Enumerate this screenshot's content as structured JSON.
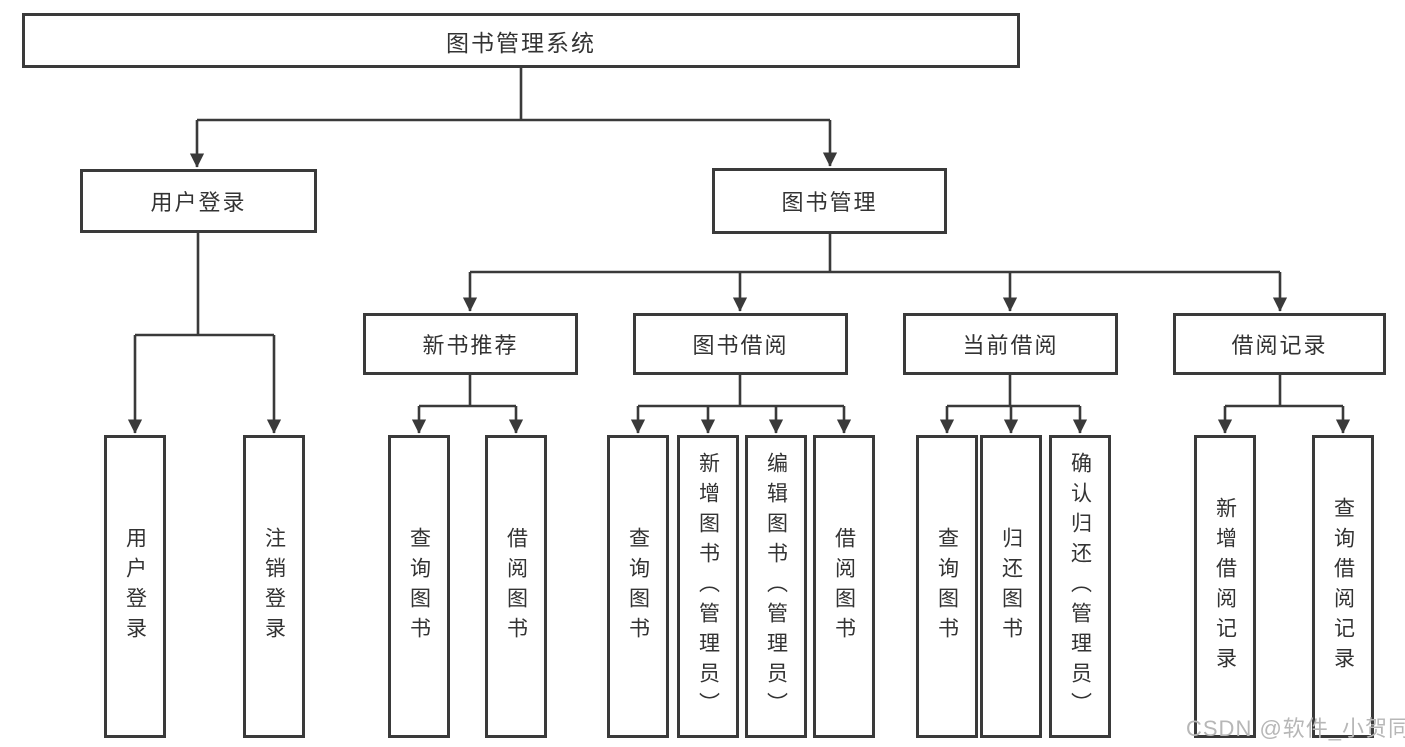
{
  "diagram": {
    "title": "图书管理系统",
    "root": {
      "label": "图书管理系统"
    },
    "level2": [
      {
        "id": "user-login",
        "label": "用户登录"
      },
      {
        "id": "book-management",
        "label": "图书管理"
      }
    ],
    "level3": [
      {
        "id": "new-book-recommend",
        "label": "新书推荐",
        "parent": "book-management"
      },
      {
        "id": "book-borrowing",
        "label": "图书借阅",
        "parent": "book-management"
      },
      {
        "id": "current-borrowing",
        "label": "当前借阅",
        "parent": "book-management"
      },
      {
        "id": "borrow-records",
        "label": "借阅记录",
        "parent": "book-management"
      }
    ],
    "leaves": [
      {
        "label": "用户登录",
        "parent": "user-login"
      },
      {
        "label": "注销登录",
        "parent": "user-login"
      },
      {
        "label": "查询图书",
        "parent": "new-book-recommend"
      },
      {
        "label": "借阅图书",
        "parent": "new-book-recommend"
      },
      {
        "label": "查询图书",
        "parent": "book-borrowing"
      },
      {
        "label": "新增图书（管理员）",
        "parent": "book-borrowing"
      },
      {
        "label": "编辑图书（管理员）",
        "parent": "book-borrowing"
      },
      {
        "label": "借阅图书",
        "parent": "book-borrowing"
      },
      {
        "label": "查询图书",
        "parent": "current-borrowing"
      },
      {
        "label": "归还图书",
        "parent": "current-borrowing"
      },
      {
        "label": "确认归还（管理员）",
        "parent": "current-borrowing"
      },
      {
        "label": "新增借阅记录",
        "parent": "borrow-records"
      },
      {
        "label": "查询借阅记录",
        "parent": "borrow-records"
      }
    ]
  },
  "watermark": {
    "text": "CSDN @软件_小贺同学"
  },
  "colors": {
    "line": "#3a3a3a",
    "box_border": "#3a3a3a",
    "text": "#333333",
    "watermark": "#b7b7b7",
    "background": "#ffffff"
  }
}
